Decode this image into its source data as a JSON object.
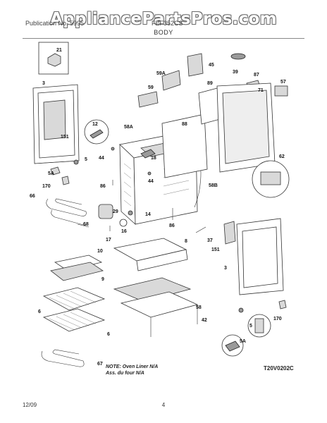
{
  "watermark": "AppliancePartsPros.com",
  "header": {
    "left": "Publication No. 5995",
    "right": "FEF352CS"
  },
  "title": "BODY",
  "footer": {
    "date": "12/09",
    "page": "4"
  },
  "diagram_code": "T20V0202C",
  "note": {
    "line1": "NOTE: Oven Liner N/A",
    "line2": "Ass. du four N/A"
  },
  "callouts": {
    "c21": "21",
    "c3a": "3",
    "c151a": "151",
    "c5a": "5",
    "c5Aa": "5A",
    "c170a": "170",
    "c66": "66",
    "c68": "68",
    "c12": "12",
    "c44a": "44",
    "c58A": "58A",
    "c18": "18",
    "c44b": "44",
    "c86a": "86",
    "c29": "29",
    "c14": "14",
    "c16": "16",
    "c17": "17",
    "c86b": "86",
    "c88": "88",
    "c58B": "58B",
    "c45": "45",
    "c59A": "59A",
    "c59": "59",
    "c39": "39",
    "c87": "87",
    "c89": "89",
    "c57": "57",
    "c71": "71",
    "c62": "62",
    "c10": "10",
    "c9": "9",
    "c8": "8",
    "c37": "37",
    "c151b": "151",
    "c3b": "3",
    "c58": "58",
    "c42": "42",
    "c6a": "6",
    "c6b": "6",
    "c67": "67",
    "c5b": "5",
    "c5Ab": "5A",
    "c170b": "170"
  }
}
